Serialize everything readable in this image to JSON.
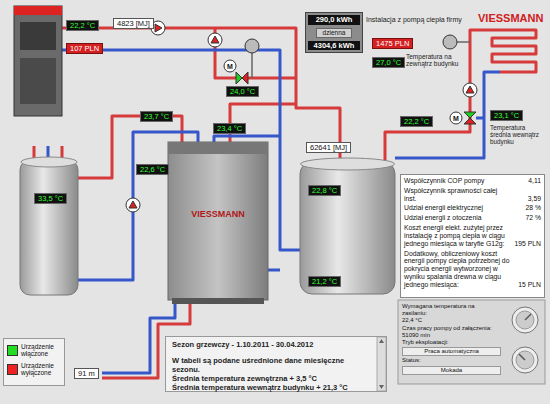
{
  "diagram": {
    "title": "Instalacja z pompą ciepła firmy",
    "nodes": [
      {
        "text": [
          "22,2 °C"
        ]
      },
      {
        "text": [
          "107 PLN"
        ]
      },
      {
        "text": [
          "4823 [MJ]"
        ]
      },
      {
        "text": [
          "290,0 kWh",
          "dzienna",
          "4304,6 kWh"
        ]
      },
      {
        "text": [
          "1475 PLN"
        ]
      },
      {
        "text": [
          "27,0 °C"
        ]
      },
      {
        "text": [
          "23,1 °C"
        ]
      },
      {
        "text": [
          "22,2 °C"
        ]
      },
      {
        "text": [
          "24,0 °C"
        ]
      },
      {
        "text": [
          "23,7 °C"
        ]
      },
      {
        "text": [
          "23,4 °C"
        ]
      },
      {
        "text": [
          "22,6 °C"
        ]
      },
      {
        "text": [
          "62641 [MJ]"
        ]
      },
      {
        "text": [
          "33,5 °C"
        ]
      },
      {
        "text": [
          "22,8 °C"
        ]
      },
      {
        "text": [
          "21,2 °C"
        ]
      },
      {
        "text": [
          "Współczynnik COP pompy",
          "4,11",
          "Współczynnik sprawności całej inst.",
          "3,59",
          "Udział energii elektrycznej",
          "28 %",
          "Udział energii z otoczenia",
          "72 %",
          "Koszt energii elekt. zużytej przez instalację z pompą ciepła w ciągu jednego miesiąca w taryfie G12g:",
          "195 PLN",
          "Dodatkowy, obliczeniowy koszt energii pompy ciepła potrzebnej do pokrycia energii wytworzonej w wyniku spalania drewna w ciągu jednego miesiąca:",
          "15 PLN"
        ]
      },
      {
        "text": [
          "Wymagana temperatura na zasilaniu:",
          "22,4 °C",
          "Czas pracy pompy od załączenia:",
          "51090 min",
          "Tryb eksploatacji:",
          "Status:"
        ]
      },
      {
        "text": [
          "Praca automatyczna"
        ],
        "in": 17
      },
      {
        "text": [
          "Mokada"
        ],
        "in": 17
      },
      {
        "text": [
          "Sezon grzewczy - 1.10.2011 - 30.04.2012",
          "W tabeli są podane uśrednione dane miesięczne sezonu.",
          "Średnia temperatura zewnętrzna + 3,5 °C",
          "Średnia temperatura wewnątrz budynku + 21,3 °C"
        ]
      },
      {
        "text": [
          "91 m"
        ]
      }
    ],
    "labels": [
      "VIESSMANN",
      "Temperatura na zewnątrz budynku",
      "Temperatura średnia wewnątrz budynku",
      "M",
      "M",
      "VIESSMANN"
    ],
    "legend": [
      {
        "text": "Urządzenie włączone",
        "color": "#22dd22"
      },
      {
        "text": "Urządzenie wyłączone",
        "color": "#ee2222"
      }
    ]
  }
}
